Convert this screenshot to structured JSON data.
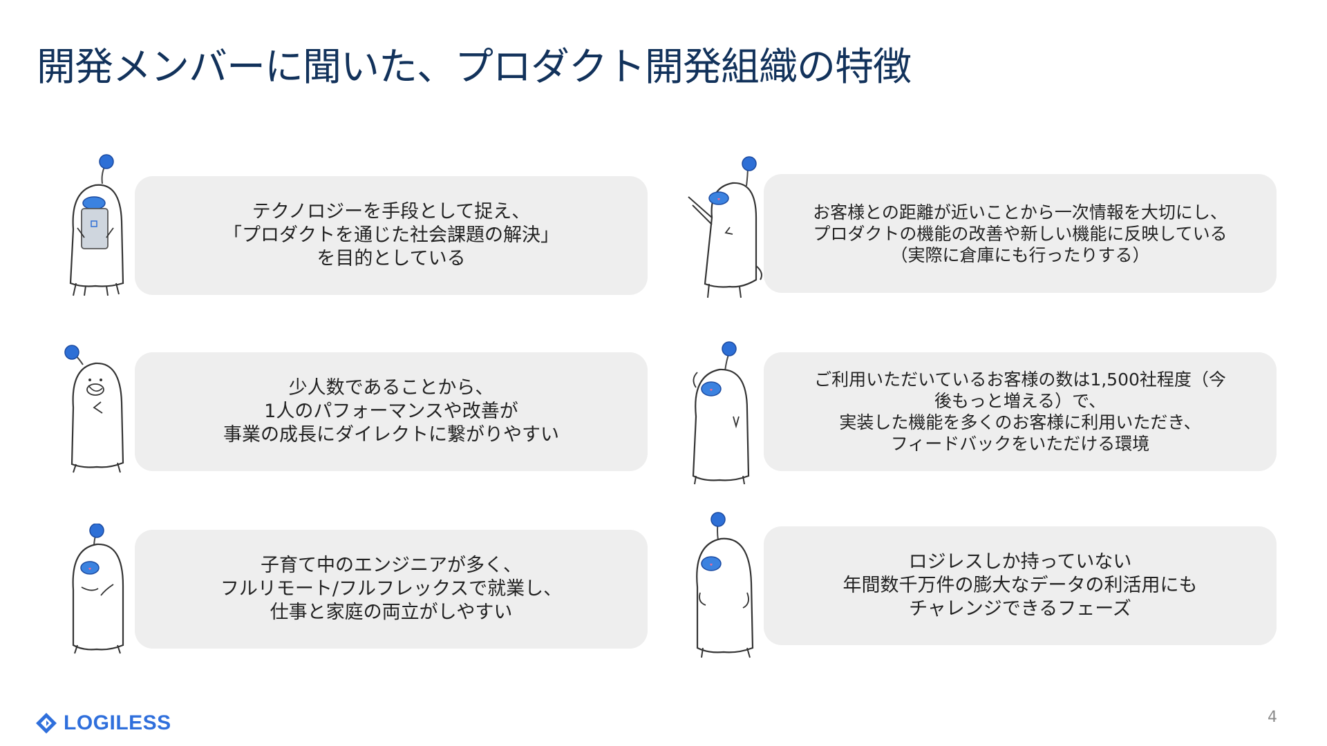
{
  "title": "開発メンバーに聞いた、プロダクト開発組織の特徴",
  "cards": [
    {
      "text": "テクノロジーを手段として捉え、\n「プロダクトを通じた社会課題の解決」\nを目的としている"
    },
    {
      "text": "お客様との距離が近いことから一次情報を大切にし、\nプロダクトの機能の改善や新しい機能に反映している\n（実際に倉庫にも行ったりする）"
    },
    {
      "text": "少人数であることから、\n1人のパフォーマンスや改善が\n事業の成長にダイレクトに繋がりやすい"
    },
    {
      "text": "ご利用いただいているお客様の数は1,500社程度（今\n後もっと増える）で、\n実装した機能を多くのお客様に利用いただき、\nフィードバックをいただける環境"
    },
    {
      "text": "子育て中のエンジニアが多く、\nフルリモート/フルフレックスで就業し、\n仕事と家庭の両立がしやすい"
    },
    {
      "text": "ロジレスしか持っていない\n年間数千万件の膨大なデータの利活用にも\nチャレンジできるフェーズ"
    }
  ],
  "mascots": [
    {
      "icon": "mascot-with-phone-icon"
    },
    {
      "icon": "mascot-waving-icon"
    },
    {
      "icon": "mascot-thinking-icon"
    },
    {
      "icon": "mascot-pointing-icon"
    },
    {
      "icon": "mascot-arms-crossed-icon"
    },
    {
      "icon": "mascot-standing-icon"
    }
  ],
  "footer": {
    "logo_text": "LOGILESS",
    "page_number": "4"
  },
  "colors": {
    "title": "#12325b",
    "card_bg": "#eeeeee",
    "accent": "#2f6fdc",
    "mascot_antenna": "#2d6fd6"
  }
}
